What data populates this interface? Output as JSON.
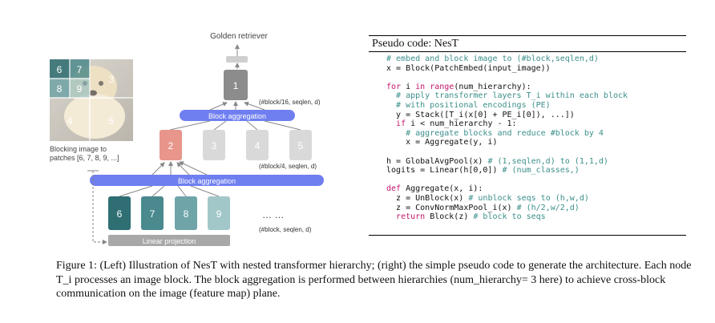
{
  "figure_left": {
    "top_label": "Golden retriever",
    "image_caption_line1": "Blocking image to",
    "image_caption_line2": "patches [6, 7, 8, 9, ...]",
    "image_patch_labels": [
      "6",
      "7",
      "8",
      "9",
      "3",
      "4",
      "5"
    ],
    "top_node": "1",
    "upper_annotation": "(#block/16, seqlen, d)",
    "upper_aggregation": "Block aggregation",
    "middle_nodes": [
      "2",
      "3",
      "4",
      "5"
    ],
    "middle_annotation": "(#block/4, seqlen, d)",
    "lower_aggregation": "Block aggregation",
    "bottom_nodes": [
      "6",
      "7",
      "8",
      "9"
    ],
    "ellipsis": "… …",
    "bottom_annotation": "(#block, seqlen, d)",
    "projection_label": "Linear projection",
    "colors": {
      "aggregation_bar": "#6f7ff0",
      "selected_block": "#e8958b",
      "faded_block": "#d9d9d9",
      "top_block": "#8c8c8c",
      "patch_colors": [
        "#2f6f73",
        "#4a8a8e",
        "#6fa5a9",
        "#a2c7c9"
      ],
      "projection_bar": "#a8a8a8"
    }
  },
  "code": {
    "title": "Pseudo code: NesT",
    "lines": [
      [
        {
          "t": "# embed and block image to (#block,seqlen,d)",
          "c": "cm"
        }
      ],
      [
        {
          "t": "x = Block(PatchEmbed(input_image))",
          "c": ""
        }
      ],
      [
        {
          "t": "",
          "c": ""
        }
      ],
      [
        {
          "t": "for",
          "c": "kw"
        },
        {
          "t": " i ",
          "c": ""
        },
        {
          "t": "in",
          "c": "kw"
        },
        {
          "t": " ",
          "c": ""
        },
        {
          "t": "range",
          "c": "kw"
        },
        {
          "t": "(num_hierarchy):",
          "c": ""
        }
      ],
      [
        {
          "t": "  # apply transformer layers T_i within each block",
          "c": "cm"
        }
      ],
      [
        {
          "t": "  # with positional encodings (PE)",
          "c": "cm"
        }
      ],
      [
        {
          "t": "  y = Stack([T_i(x[0] + PE_i[0]), ...])",
          "c": ""
        }
      ],
      [
        {
          "t": "  ",
          "c": ""
        },
        {
          "t": "if",
          "c": "kw"
        },
        {
          "t": " i < num_hierarchy - 1:",
          "c": ""
        }
      ],
      [
        {
          "t": "    # aggregate blocks and reduce #block by 4",
          "c": "cm"
        }
      ],
      [
        {
          "t": "    x = Aggregate(y, i)",
          "c": ""
        }
      ],
      [
        {
          "t": "",
          "c": ""
        }
      ],
      [
        {
          "t": "h = GlobalAvgPool(x) ",
          "c": ""
        },
        {
          "t": "# (1,seqlen,d) to (1,1,d)",
          "c": "cm"
        }
      ],
      [
        {
          "t": "logits = Linear(h[0,0]) ",
          "c": ""
        },
        {
          "t": "# (num_classes,)",
          "c": "cm"
        }
      ],
      [
        {
          "t": "",
          "c": ""
        }
      ],
      [
        {
          "t": "def",
          "c": "kw"
        },
        {
          "t": " Aggregate(x, i):",
          "c": ""
        }
      ],
      [
        {
          "t": "  z = UnBlock(x) ",
          "c": ""
        },
        {
          "t": "# unblock seqs to (h,w,d)",
          "c": "cm"
        }
      ],
      [
        {
          "t": "  z = ConvNormMaxPool_i(x) ",
          "c": ""
        },
        {
          "t": "# (h/2,w/2,d)",
          "c": "cm"
        }
      ],
      [
        {
          "t": "  ",
          "c": ""
        },
        {
          "t": "return",
          "c": "kw"
        },
        {
          "t": " Block(z) ",
          "c": ""
        },
        {
          "t": "# block to seqs",
          "c": "cm"
        }
      ]
    ]
  },
  "caption": {
    "text": "Figure 1: (Left) Illustration of NesT with nested transformer hierarchy; (right) the simple pseudo code to generate the architecture. Each node T_i processes an image block. The block aggregation is performed between hierarchies (num_hierarchy= 3 here) to achieve cross-block communication on the image (feature map) plane."
  }
}
